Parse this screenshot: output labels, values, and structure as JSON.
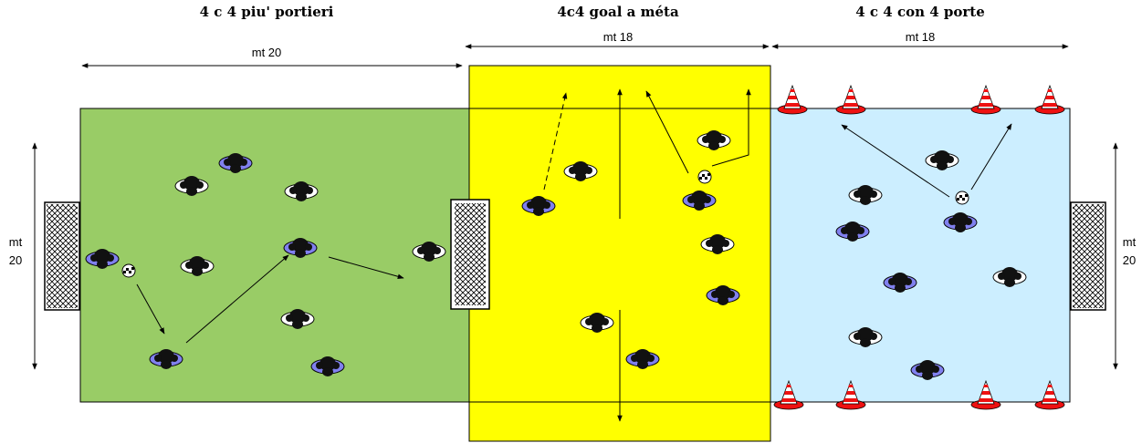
{
  "titles": {
    "left": "4 c 4 piu' portieri",
    "middle": "4c4 goal a méta",
    "right": "4 c 4 con 4 porte"
  },
  "dimensions": {
    "left_width": "mt  20",
    "middle_width": "mt  18",
    "right_width": "mt  18",
    "left_side_top": "mt",
    "left_side_bottom": "20",
    "right_side_top": "mt",
    "right_side_bottom": "20"
  },
  "colors": {
    "left_field": "#99cc66",
    "middle_field": "#ffff00",
    "right_field": "#cceeff",
    "team_blue": "#8080ee",
    "team_white": "#ffffff",
    "cone_red": "#ee1111"
  }
}
